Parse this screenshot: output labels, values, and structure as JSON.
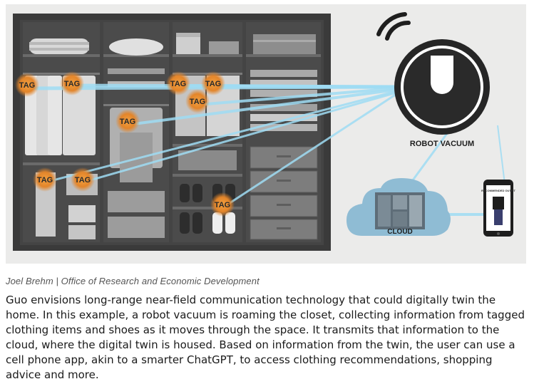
{
  "diagram": {
    "tag_label": "TAG",
    "robot_label": "ROBOT VACUUM",
    "cloud_label": "CLOUD",
    "phone_label": "RECOMMENDED OUTFIT",
    "colors": {
      "background": "#ebebea",
      "closet": "#3c3c3c",
      "shelf": "#5a5a5a",
      "tag": "#e58a2a",
      "signal": "#8fd0ec",
      "cloud": "#8ab8d1",
      "robot": "#2a2a2a"
    }
  },
  "caption": "Joel Brehm | Office of Research and Economic Development",
  "body": "Guo envisions long-range near-field communication technology that could digitally twin the home. In this example, a robot vacuum is roaming the closet, collecting information from tagged clothing items and shoes as it moves through the space. It transmits that information to the cloud, where the digital twin is housed. Based on information from the twin, the user can use a cell phone app, akin to a smarter ChatGPT, to access clothing recommendations, shopping advice and more."
}
